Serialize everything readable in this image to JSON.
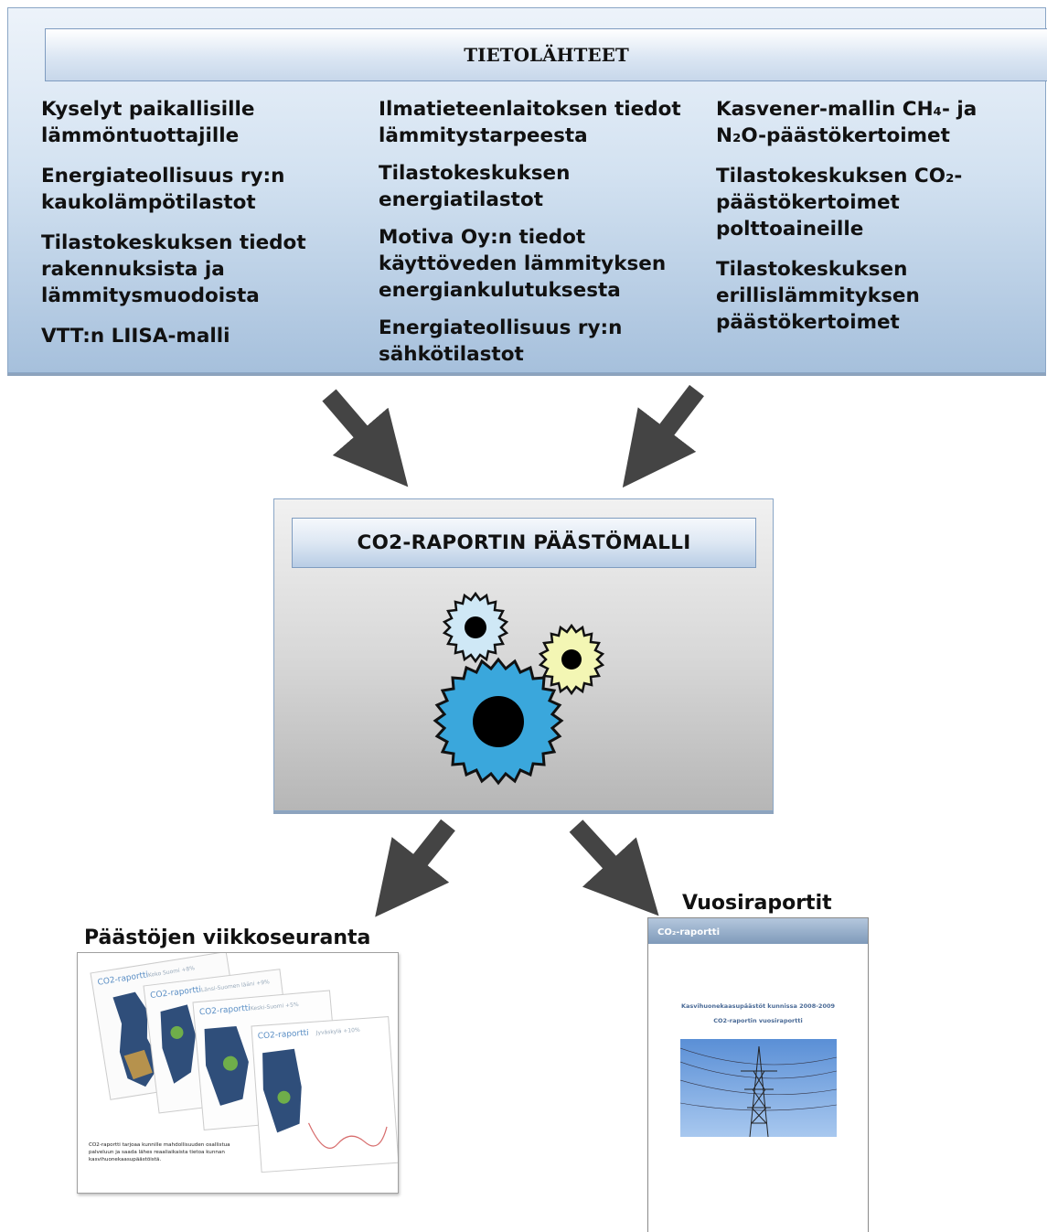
{
  "sources": {
    "title": "TIETOLÄHTEET",
    "col1": [
      "Kyselyt paikallisille lämmöntuottajille",
      "Energiateollisuus ry:n kaukolämpötilastot",
      "Tilastokeskuksen tiedot rakennuksista ja lämmitysmuodoista",
      "VTT:n LIISA-malli"
    ],
    "col2": [
      "Ilmatieteenlaitoksen tiedot lämmitystarpeesta",
      "Tilastokeskuksen energiatilastot",
      "Motiva Oy:n tiedot käyttöveden lämmityksen energiankulutuksesta",
      "Energiateollisuus ry:n sähkötilastot"
    ],
    "col3": [
      "Kasvener-mallin CH₄- ja N₂O-päästökertoimet",
      "Tilastokeskuksen CO₂-päästökertoimet polttoaineille",
      "Tilastokeskuksen erillislämmityksen päästökertoimet"
    ]
  },
  "model": {
    "title": "CO2-RAPORTIN PÄÄSTÖMALLI"
  },
  "outputs": {
    "weekly_label": "Päästöjen viikkoseuranta",
    "weekly_caption": "CO2-raportti tarjoaa kunnille mahdollisuuden osallistua palveluun ja saada lähes reaaliaikaista tietoa kunnan kasvihuonekaasupäästöistä.",
    "weekly_cards": [
      {
        "brand": "CO2-raportti",
        "region": "Koko Suomi  +8%"
      },
      {
        "brand": "CO2-raportti",
        "region": "Länsi-Suomen lääni  +9%"
      },
      {
        "brand": "CO2-raportti",
        "region": "Keski-Suomi  +5%"
      },
      {
        "brand": "CO2-raportti",
        "region": "Jyväskylä  +10%"
      }
    ],
    "annual_label": "Vuosiraportit",
    "annual_header": "CO₂-raportti",
    "annual_line1": "Kasvihuonekaasupäästöt kunnissa 2008-2009",
    "annual_line2": "CO2-raportin vuosiraportti"
  },
  "colors": {
    "gear_large": "#3aa7dc",
    "gear_small_blue": "#cfe8f6",
    "gear_small_yellow": "#f3f6b4",
    "arrow": "#444444"
  }
}
